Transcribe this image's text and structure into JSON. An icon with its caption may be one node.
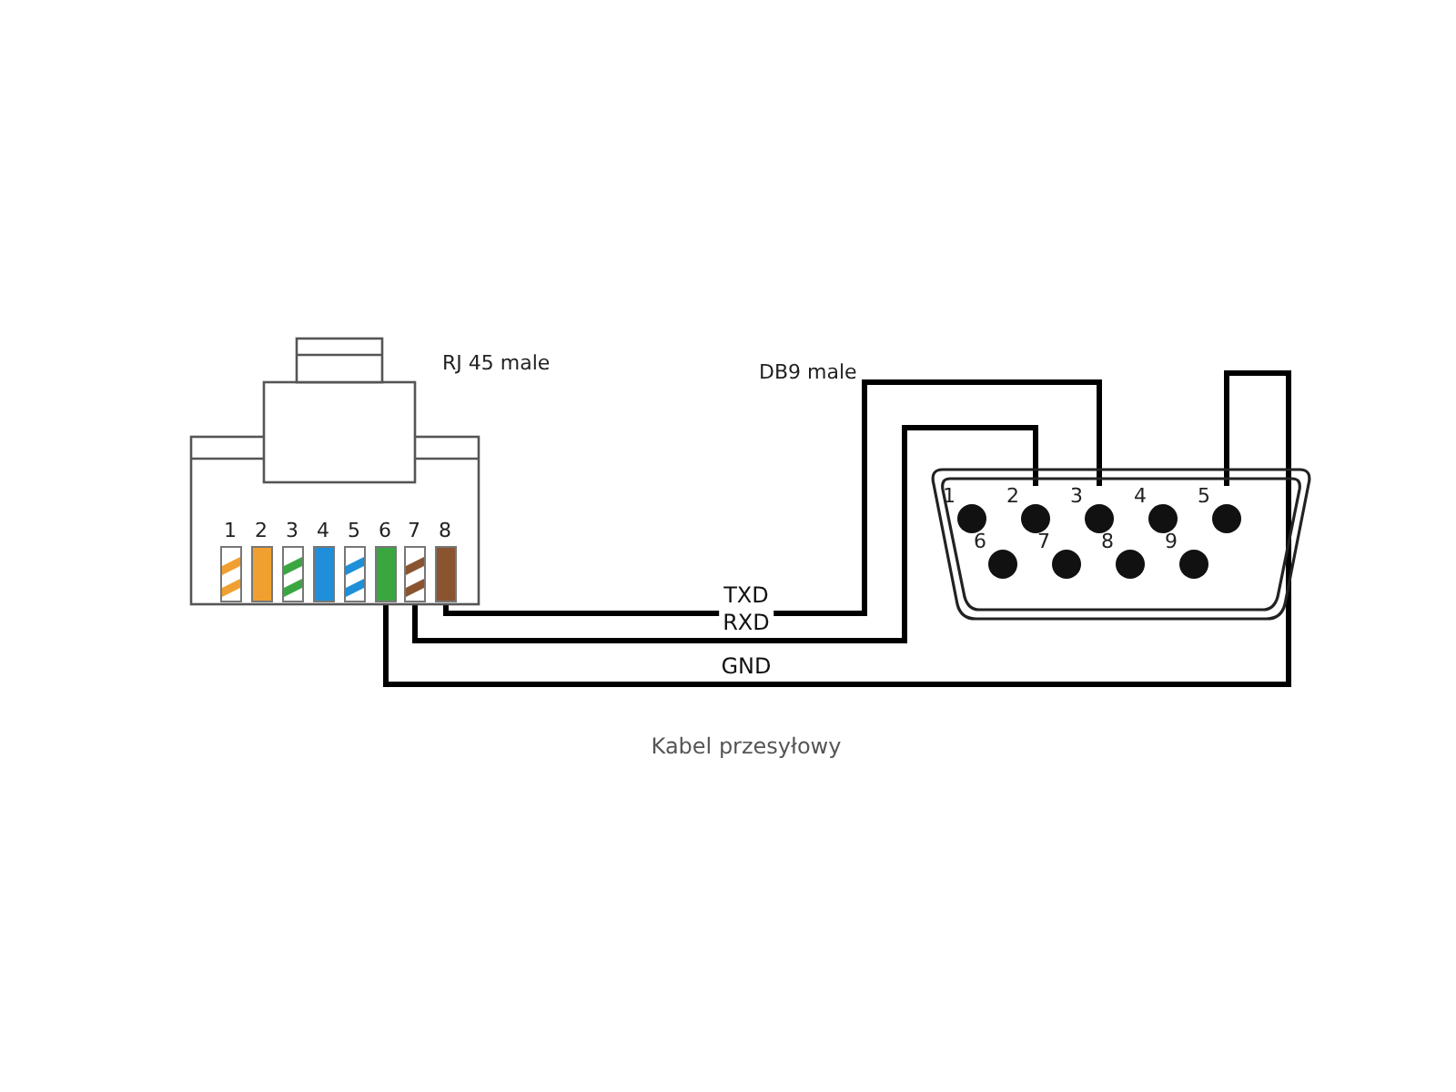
{
  "diagram": {
    "caption": "Kabel przesyłowy",
    "nodes": [
      {
        "text": [],
        "shape": "box"
      },
      {
        "text": [
          "1"
        ],
        "in": 0
      },
      {
        "text": [
          "2"
        ],
        "in": 0
      },
      {
        "text": [
          "3"
        ],
        "in": 0
      },
      {
        "text": [
          "4"
        ],
        "in": 0
      },
      {
        "text": [
          "5"
        ],
        "in": 0
      },
      {
        "text": [
          "6"
        ],
        "in": 0
      },
      {
        "text": [
          "7"
        ],
        "in": 0
      },
      {
        "text": [
          "8"
        ],
        "in": 0
      },
      {
        "text": [],
        "shape": "box"
      },
      {
        "text": [
          "1"
        ],
        "in": 9
      },
      {
        "text": [
          "2"
        ],
        "in": 9
      },
      {
        "text": [
          "3"
        ],
        "in": 9
      },
      {
        "text": [
          "4"
        ],
        "in": 9
      },
      {
        "text": [
          "5"
        ],
        "in": 9
      },
      {
        "text": [
          "6"
        ],
        "in": 9
      },
      {
        "text": [
          "7"
        ],
        "in": 9
      },
      {
        "text": [
          "8"
        ],
        "in": 9
      },
      {
        "text": [
          "9"
        ],
        "in": 9
      }
    ],
    "edges": [
      {
        "from": 8,
        "to": 12,
        "arrow": "none",
        "label": "TXD"
      },
      {
        "from": 7,
        "to": 11,
        "arrow": "none",
        "label": "RXD"
      },
      {
        "from": 6,
        "to": 14,
        "arrow": "none",
        "label": "GND"
      }
    ],
    "labels": [
      "RJ 45 male",
      "DB9 male"
    ]
  }
}
